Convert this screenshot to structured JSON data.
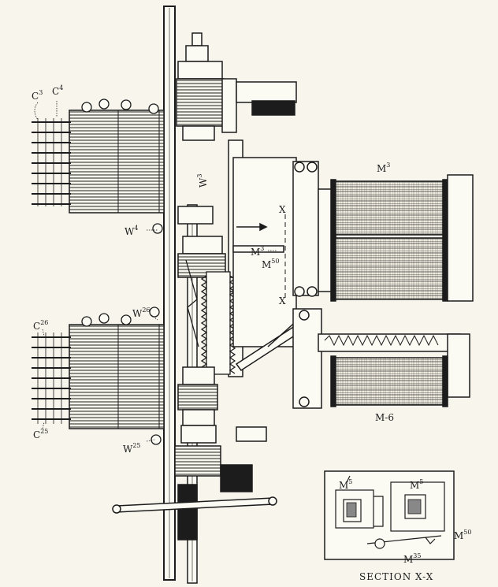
{
  "labels": {
    "c3": {
      "main": "C",
      "sup": "3"
    },
    "c4": {
      "main": "C",
      "sup": "4"
    },
    "w3": {
      "main": "W",
      "sup": "3"
    },
    "w4": {
      "main": "W",
      "sup": "4"
    },
    "m3_top": {
      "main": "M",
      "sup": "3"
    },
    "m3_mid": {
      "main": "M",
      "sup": "3"
    },
    "x_top": {
      "main": "X"
    },
    "x_bot": {
      "main": "X"
    },
    "m50": {
      "main": "M",
      "sup": "50"
    },
    "w26": {
      "main": "W",
      "sup": "26"
    },
    "c26": {
      "main": "C",
      "sup": "26"
    },
    "c25": {
      "main": "C",
      "sup": "25"
    },
    "w25": {
      "main": "W",
      "sup": "25"
    },
    "m6": {
      "main": "M-6"
    },
    "inset_m5_left": {
      "main": "M",
      "sup": "5"
    },
    "inset_m5_right": {
      "main": "M",
      "sup": "5"
    },
    "inset_m50": {
      "main": "M",
      "sup": "50"
    },
    "inset_m35": {
      "main": "M",
      "sup": "35"
    }
  },
  "caption": "SECTION X-X",
  "colors": {
    "ink": "#1c1c1c",
    "paper": "#f7f5ec"
  }
}
